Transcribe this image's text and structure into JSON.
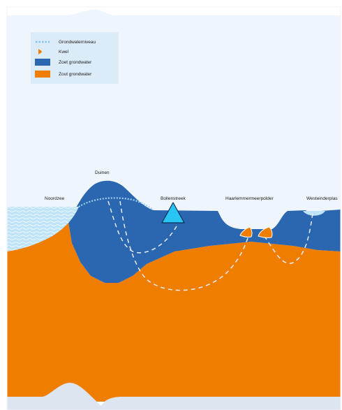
{
  "legend": {
    "items": [
      {
        "label": "Grondwaterniveau",
        "symbol": "dotted-line",
        "color": "#7ec4ea"
      },
      {
        "label": "Kwel",
        "symbol": "arrow",
        "color": "#ee7d00"
      },
      {
        "label": "Zoet grondwater",
        "symbol": "box",
        "color": "#2b66b0"
      },
      {
        "label": "Zout grondwater",
        "symbol": "box",
        "color": "#ee7d00"
      }
    ]
  },
  "places": {
    "noordzee": "Noordzee",
    "duinen": "Duinen",
    "bollenstreek": "Bollenstreek",
    "haarlemmermeerpolder": "Haarlemmermeerpolder",
    "westeinderplas": "Westeinderplas"
  },
  "colors": {
    "fresh": "#2b66b0",
    "salt": "#ee7d00",
    "sea": "#bfe3f7",
    "sky": "#eef5fc",
    "flow": "#e8eef6",
    "marker": "#29c5f2"
  },
  "marker": {
    "shape": "triangle",
    "color": "#29c5f2"
  }
}
